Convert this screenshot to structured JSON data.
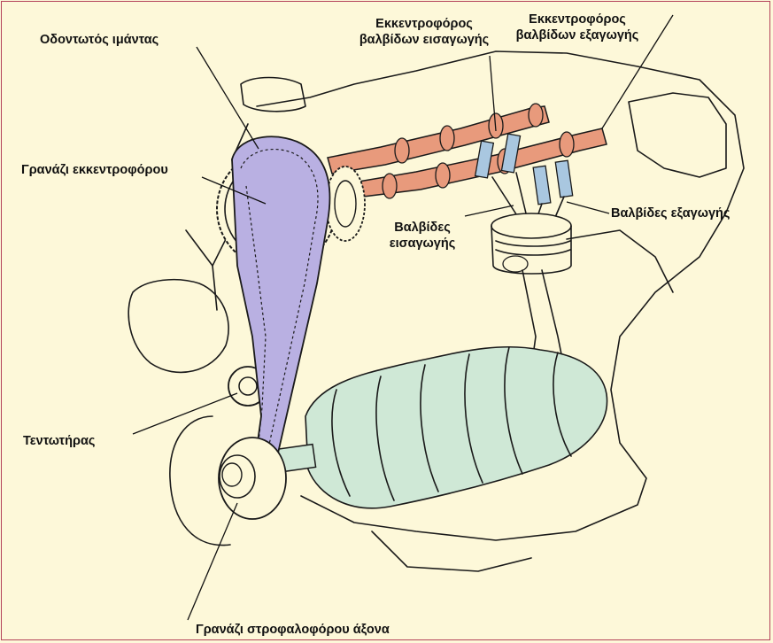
{
  "colors": {
    "background": "#fdf8d9",
    "border": "#b4435a",
    "belt": "#b9b0e2",
    "camshaft": "#e89a7c",
    "crankshaft": "#cfe8d6",
    "valves": "#a9c7e0"
  },
  "labels": {
    "timing_belt": "Οδοντωτός ιμάντας",
    "intake_camshaft_line1": "Εκκεντροφόρος",
    "intake_camshaft_line2": "βαλβίδων εισαγωγής",
    "exhaust_camshaft_line1": "Εκκεντροφόρος",
    "exhaust_camshaft_line2": "βαλβίδων εξαγωγής",
    "camshaft_gear": "Γρανάζι εκκεντροφόρου",
    "intake_valves_line1": "Βαλβίδες",
    "intake_valves_line2": "εισαγωγής",
    "exhaust_valves": "Βαλβίδες εξαγωγής",
    "tensioner": "Τεντωτήρας",
    "crankshaft_gear": "Γρανάζι στροφαλοφόρου άξονα"
  }
}
